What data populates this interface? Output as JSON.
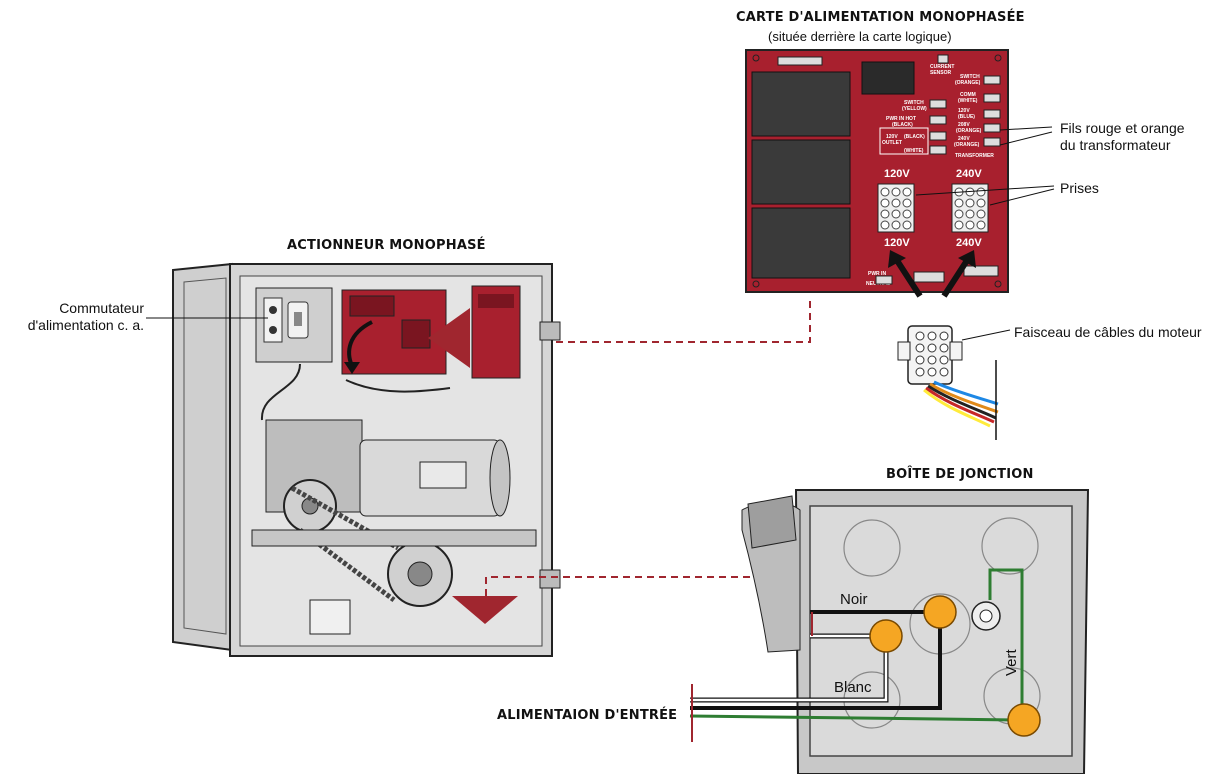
{
  "power_board": {
    "title": "CARTE D'ALIMENTATION MONOPHASÉE",
    "subtitle": "(située derrière la carte logique)",
    "fils_label_line1": "Fils rouge et orange",
    "fils_label_line2": "du transformateur",
    "prises_label": "Prises",
    "socket_120_top": "120V",
    "socket_240_top": "240V",
    "socket_120_bottom": "120V",
    "socket_240_bottom": "240V"
  },
  "motor_harness": {
    "label": "Faisceau de câbles du moteur"
  },
  "actuator": {
    "title": "ACTIONNEUR MONOPHASÉ",
    "switch_label_line1": "Commutateur",
    "switch_label_line2": "d'alimentation c. a."
  },
  "junction_box": {
    "title": "BOÎTE DE JONCTION",
    "wire_black": "Noir",
    "wire_white": "Blanc",
    "wire_green": "Vert"
  },
  "input_power": {
    "label": "ALIMENTAION D'ENTRÉE"
  },
  "colors": {
    "board_red": "#a8202e",
    "board_dark": "#3a3a3a",
    "cabinet_gray": "#cfcfcf",
    "callout_red": "#a0262f",
    "wire_black": "#111111",
    "wire_white": "#ffffff",
    "wire_green": "#2e7d32",
    "wire_nut_orange": "#f5a623"
  }
}
